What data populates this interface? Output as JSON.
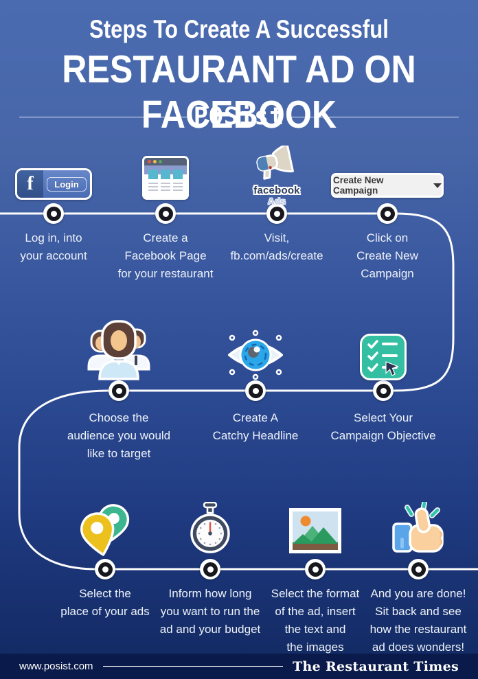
{
  "header": {
    "title_line1": "Steps To Create A Successful",
    "title_line2": "RESTAURANT AD ON FACEBOOK",
    "brand": "POSist"
  },
  "widgets": {
    "fb_login": {
      "f": "f",
      "login": "Login"
    },
    "fb_ads": {
      "line1": "facebook",
      "line2": "Ads"
    },
    "campaign_dropdown": {
      "label": "Create New Campaign"
    }
  },
  "steps": [
    {
      "id": 1,
      "icon": "facebook-login-button",
      "label": "Log in, into\nyour account"
    },
    {
      "id": 2,
      "icon": "facebook-page-browser",
      "label": "Create a\nFacebook Page\nfor your restaurant"
    },
    {
      "id": 3,
      "icon": "facebook-ads-megaphone",
      "label": "Visit,\nfb.com/ads/create"
    },
    {
      "id": 4,
      "icon": "create-campaign-dropdown",
      "label": "Click on\nCreate New\nCampaign"
    },
    {
      "id": 5,
      "icon": "audience-people",
      "label": "Choose the\naudience you would\nlike to target"
    },
    {
      "id": 6,
      "icon": "catchy-eye",
      "label": "Create A\nCatchy Headline"
    },
    {
      "id": 7,
      "icon": "objective-checklist",
      "label": "Select Your\nCampaign Objective"
    },
    {
      "id": 8,
      "icon": "location-pins",
      "label": "Select the\nplace of your ads"
    },
    {
      "id": 9,
      "icon": "stopwatch",
      "label": "Inform how long\nyou want to run the\nad and your budget"
    },
    {
      "id": 10,
      "icon": "image-format",
      "label": "Select the format\nof the ad, insert\nthe text and\nthe images"
    },
    {
      "id": 11,
      "icon": "thumbs-up",
      "label": "And you are done!\nSit back and see\nhow the restaurant\nad does wonders!"
    }
  ],
  "footer": {
    "website": "www.posist.com",
    "brand": "The Restaurant Times"
  },
  "colors": {
    "background_top": "#4b6bb1",
    "background_bottom": "#122a61",
    "footer_bar": "#0a1a4a",
    "facebook_blue": "#3b5998",
    "teal_accent": "#35bfa2",
    "yellow_pin": "#ecc11d",
    "path_line": "#ffffff"
  }
}
